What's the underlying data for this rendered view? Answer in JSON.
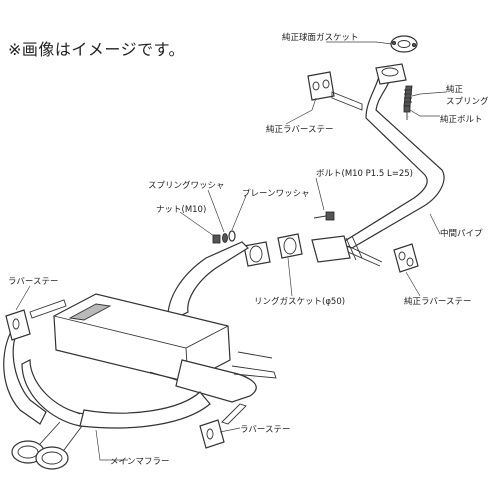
{
  "note": "※画像はイメージです。",
  "labels": {
    "flange_gasket": "純正球面ガスケット",
    "spring_1": "純正",
    "spring_2": "スプリング",
    "bolt_stock": "純正ボルト",
    "rubber_stay_stock_top": "純正ラバーステー",
    "spring_washer": "スプリングワッシャ",
    "bolt_spec": "ボルト(M10 P1.5 L=25)",
    "plain_washer": "プレーンワッシャ",
    "nut": "ナット(M10)",
    "center_pipe": "中間パイプ",
    "ring_gasket": "リングガスケット(φ50)",
    "rubber_stay_stock_right": "純正ラバーステー",
    "rubber_stay_left": "ラバーステー",
    "rubber_stay_bottom": "ラバーステー",
    "main_muffler": "メインマフラー"
  }
}
